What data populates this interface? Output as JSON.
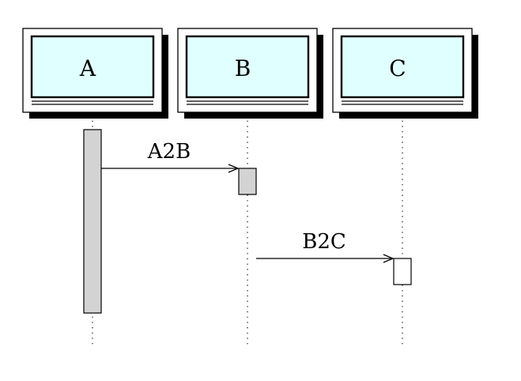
{
  "diagram": {
    "actors": [
      {
        "id": "A",
        "label": "A"
      },
      {
        "id": "B",
        "label": "B"
      },
      {
        "id": "C",
        "label": "C"
      }
    ],
    "messages": [
      {
        "from": "A",
        "to": "B",
        "label": "A2B"
      },
      {
        "from": "B",
        "to": "C",
        "label": "B2C"
      }
    ],
    "colors": {
      "actor_fill": "#e0ffff",
      "activation_fill": "#d3d3d3",
      "shadow": "#000000",
      "line": "#000000"
    }
  }
}
